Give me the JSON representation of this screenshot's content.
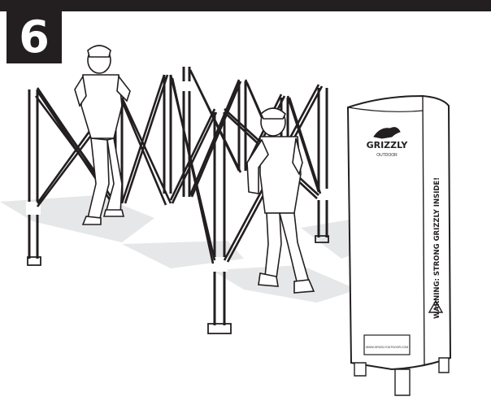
{
  "step": {
    "number": "6"
  },
  "bag": {
    "brand": "GRIZZLY",
    "brand_sub": "OUTDOOR",
    "warning": "WARNING: STRONG GRIZZLY INSIDE!",
    "label_text": "WWW.GRIZZLYOUTDOOR.COM"
  },
  "colors": {
    "ink": "#231f20",
    "shadow": "#e6e7e8",
    "background": "#ffffff"
  },
  "icons": [
    "bear-logo-icon",
    "warning-triangle-icon"
  ]
}
